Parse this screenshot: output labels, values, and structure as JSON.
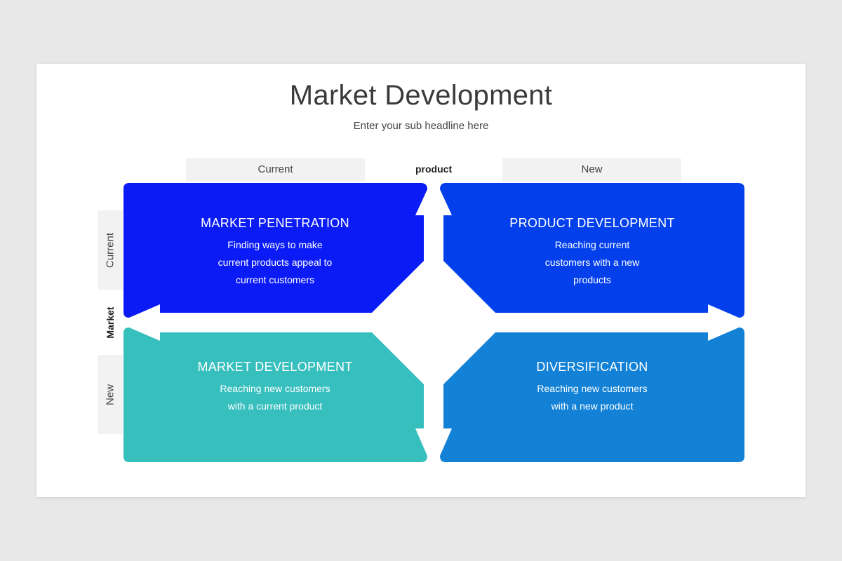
{
  "title": "Market Development",
  "subtitle": "Enter your sub headline here",
  "axes": {
    "product_label": "product",
    "market_label": "Market",
    "columns": [
      "Current",
      "New"
    ],
    "rows": [
      "Current",
      "New"
    ]
  },
  "quadrants": [
    {
      "title": "MARKET PENETRATION",
      "description": "Finding ways to make current products appeal to current customers",
      "color": "#0a1bf6"
    },
    {
      "title": "PRODUCT DEVELOPMENT",
      "description": "Reaching current customers with a new products",
      "color": "#0340ec"
    },
    {
      "title": "MARKET DEVELOPMENT",
      "description": "Reaching new customers with a current product",
      "color": "#37bfbe"
    },
    {
      "title": "DIVERSIFICATION",
      "description": "Reaching new customers with a new product",
      "color": "#1382d6"
    }
  ]
}
